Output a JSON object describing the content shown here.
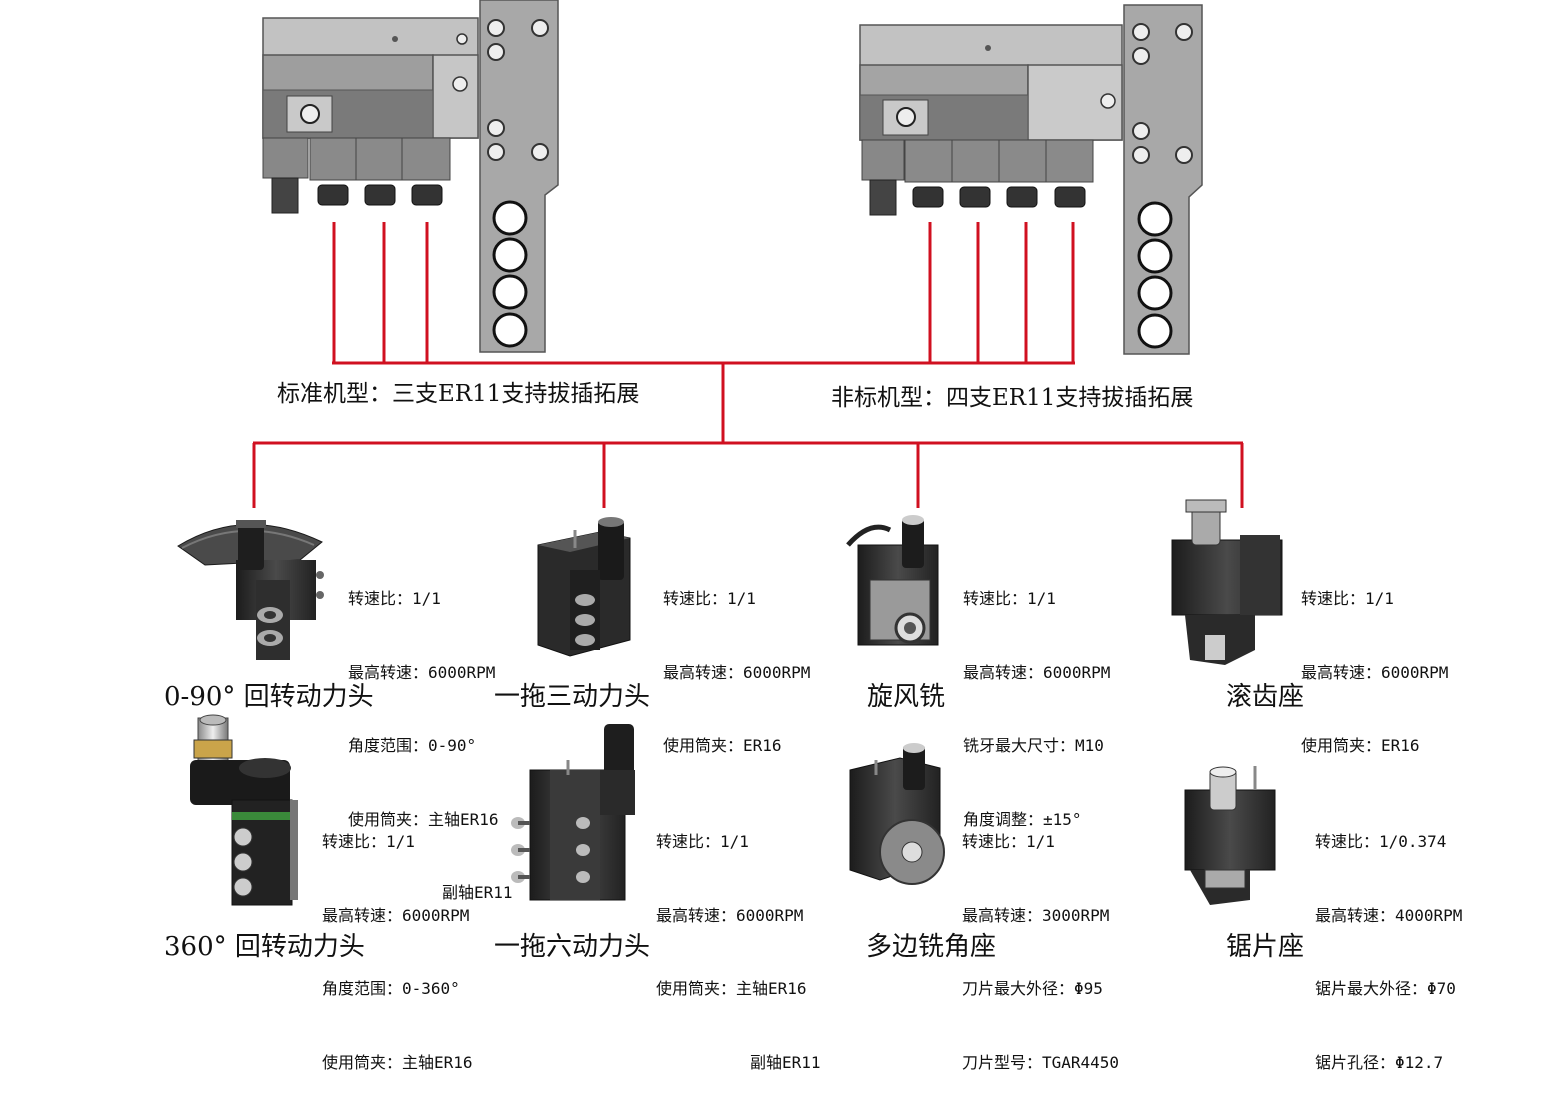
{
  "colors": {
    "line": "#d01020",
    "metal_light": "#c4c4c4",
    "metal_mid": "#9a9a9a",
    "metal_dark": "#2a2a2a"
  },
  "models": {
    "standard": "标准机型：三支ER11支持拔插拓展",
    "nonstandard": "非标机型：四支ER11支持拔插拓展"
  },
  "products": [
    {
      "name": "0-90° 回转动力头",
      "icon": "rotary-90-head-icon",
      "specs": [
        "转速比：1/1",
        "最高转速：6000RPM",
        "角度范围：0-90°",
        "使用筒夹：主轴ER16"
      ],
      "spec_extra": "副轴ER11"
    },
    {
      "name": "一拖三动力头",
      "icon": "triple-drive-head-icon",
      "specs": [
        "转速比：1/1",
        "最高转速：6000RPM",
        "使用筒夹：ER16"
      ]
    },
    {
      "name": "旋风铣",
      "icon": "whirlwind-mill-icon",
      "specs": [
        "转速比：1/1",
        "最高转速：6000RPM",
        "铣牙最大尺寸：M10",
        "角度调整：±15°"
      ]
    },
    {
      "name": "滚齿座",
      "icon": "hobbing-seat-icon",
      "specs": [
        "转速比：1/1",
        "最高转速：6000RPM",
        "使用筒夹：ER16"
      ]
    },
    {
      "name": "360° 回转动力头",
      "icon": "rotary-360-head-icon",
      "specs": [
        "转速比：1/1",
        "最高转速：6000RPM",
        "角度范围：0-360°",
        "使用筒夹：主轴ER16"
      ]
    },
    {
      "name": "一拖六动力头",
      "icon": "six-drive-head-icon",
      "specs": [
        "转速比：1/1",
        "最高转速：6000RPM",
        "使用筒夹：主轴ER16"
      ],
      "spec_extra": "副轴ER11"
    },
    {
      "name": "多边铣角座",
      "icon": "polygon-mill-seat-icon",
      "specs": [
        "转速比：1/1",
        "最高转速：3000RPM",
        "刀片最大外径：Φ95",
        "刀片型号：TGAR4450"
      ]
    },
    {
      "name": "锯片座",
      "icon": "saw-blade-seat-icon",
      "specs": [
        "转速比：1/0.374",
        "最高转速：4000RPM",
        "锯片最大外径：Φ70",
        "锯片孔径：Φ12.7"
      ]
    }
  ]
}
